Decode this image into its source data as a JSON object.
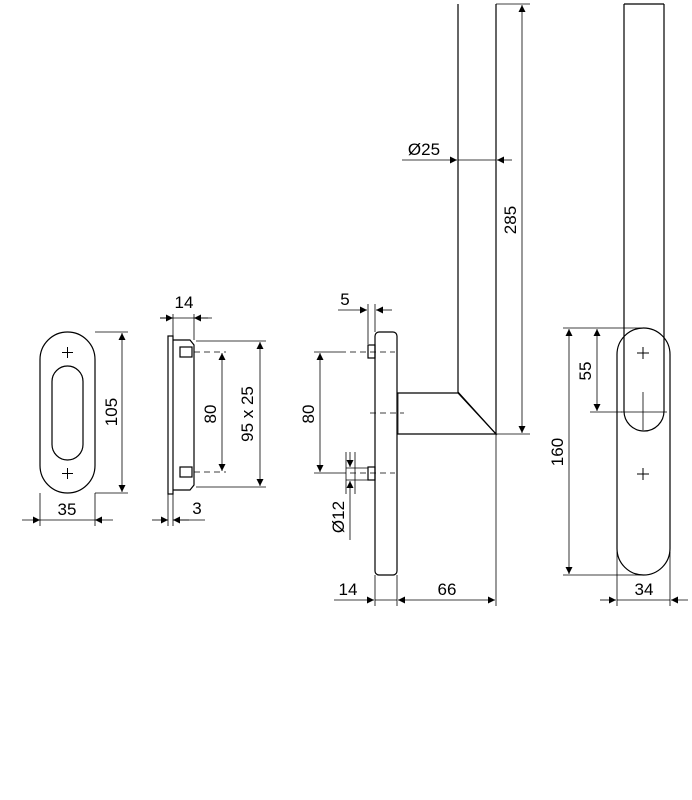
{
  "dimensions": {
    "rosette_width": "35",
    "rosette_height": "105",
    "side_depth_top": "14",
    "side_screw_spacing": "80",
    "side_size": "95 x 25",
    "side_depth_bottom": "3",
    "handle_rod_diameter": "Ø25",
    "handle_height": "285",
    "handle_offset_top": "5",
    "handle_screw_spacing": "80",
    "handle_screw_diameter": "Ø12",
    "handle_base_depth": "14",
    "handle_projection": "66",
    "front_height": "160",
    "front_offset": "55",
    "front_width": "34"
  }
}
